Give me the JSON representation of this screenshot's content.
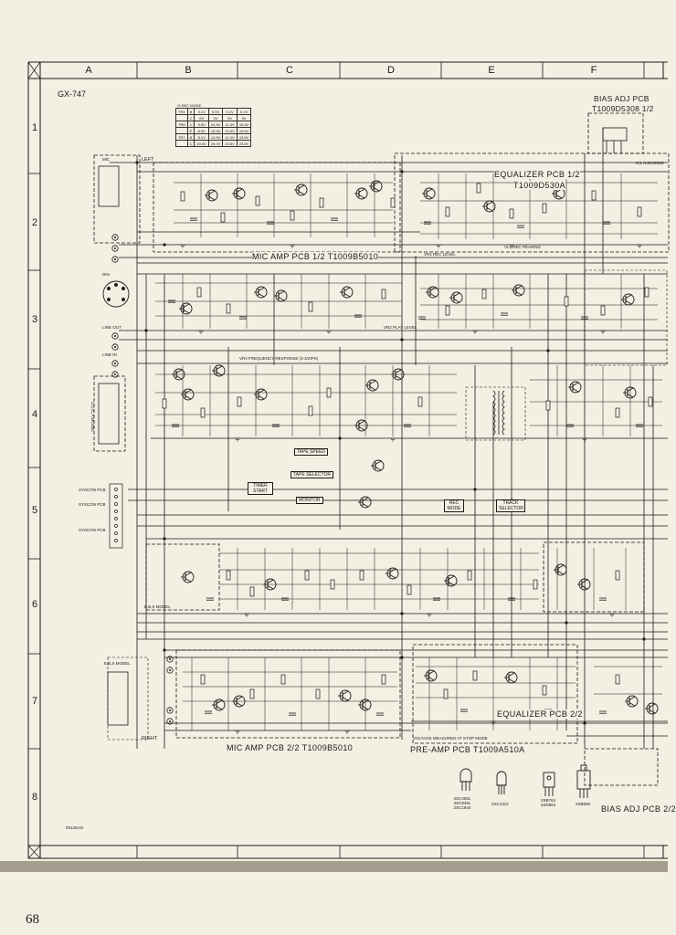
{
  "page": {
    "model": "GX-747",
    "page_number": "68",
    "footer_code": "00125AN"
  },
  "grid": {
    "columns": [
      "A",
      "B",
      "C",
      "D",
      "E",
      "F"
    ],
    "rows": [
      "1",
      "2",
      "3",
      "4",
      "5",
      "6",
      "7",
      "8"
    ]
  },
  "boards": {
    "bias_adj_1": [
      "BIAS ADJ PCB",
      "T1009D5308 1/2"
    ],
    "bias_adj_2": "BIAS ADJ PCB 2/2",
    "equalizer_1": [
      "EQUALIZER PCB 1/2",
      "T1009D530A"
    ],
    "equalizer_2": "EQUALIZER PCB 2/2",
    "mic_amp_1": "MIC AMP PCB 1/2 T1009B5010",
    "mic_amp_2": "MIC AMP PCB 2/2 T1009B5010",
    "pre_amp": "PRE-AMP PCB T1009A510A"
  },
  "labels": {
    "left": "LEFT",
    "right": "RIGHT",
    "mic": "MIC",
    "din": "DIN",
    "line_out": "LINE OUT",
    "line_in": "LINE IN",
    "esb_model": "E,B,S MODEL",
    "ucc_model": "U,C,C,A MODEL",
    "syscon": [
      "SYSCON PCB",
      "SYSCON PCB",
      "SYSCON PCB"
    ],
    "ic1": "IC1 NJM4558D",
    "voltage_note": "VOLTAGE MEASURED AT STOP MODE",
    "rec_level": "VR1 REC LEVEL",
    "play_level": "VR2 PLAY LEVEL",
    "peaking": "VL1 REC PEAKING",
    "freq_response": "VR4 FREQUENCY RESPONSE (3-3/4IPS)"
  },
  "switch_boxes": {
    "tape_speed": "TAPE SPEED",
    "tape_selector": "TAPE SELECTOR",
    "monitor": "MONITOR",
    "timer_start": "TIMER START",
    "rec_mode": "REC MODE",
    "track_selector": "TRACK SELECTOR"
  },
  "mode_table": {
    "header": "H-REC MODE",
    "rows": [
      [
        "TR4",
        "B",
        "0.1V",
        "0.5V",
        "0.1V",
        "0.1V"
      ],
      [
        "",
        "C",
        "0V",
        "0V",
        "0V",
        "0V"
      ],
      [
        "TR5",
        "C",
        "9.5V",
        "10.5V",
        "11.0V",
        "10.6V"
      ],
      [
        "",
        "E",
        "8.5V",
        "10.5V",
        "10.4V",
        "10.6V"
      ],
      [
        "TR7",
        "B",
        "8.1V",
        "13.9V",
        "11.0V",
        "13.6V"
      ],
      [
        "",
        "C",
        "23.6V",
        "25.0V",
        "23.5V",
        "23.6V"
      ]
    ]
  },
  "transistors": {
    "t1": "2SC458L 2SC945L 2SC1844",
    "t2": "2SC1312",
    "t3": "2SB764 2SD863",
    "t4": "2SB856"
  }
}
